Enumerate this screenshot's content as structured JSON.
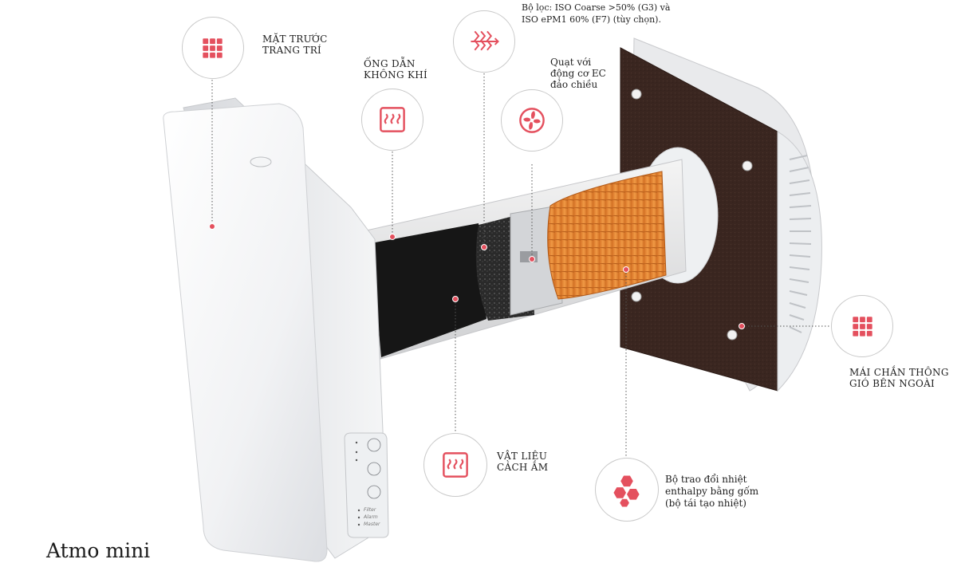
{
  "title": "Atmo mini",
  "accent_color": "#e4505e",
  "labels": {
    "front_panel": "MẶT TRƯỚC\nTRANG TRÍ",
    "air_duct": "ỐNG DẪN\nKHÔNG KHÍ",
    "filter": "Bộ lọc: ISO Coarse >50% (G3) và\nISO ePM1 60% (F7) (tùy chọn).",
    "fan": "Quạt với\nđộng cơ EC\nđảo chiều",
    "outer_hood": "MÁI CHẮN THÔNG\nGIÓ BÊN NGOÀI",
    "insulation": "VẬT LIỆU\nCÁCH ÂM",
    "heat_exchanger": "Bộ trao đổi nhiệt\nenthalpy bằng gốm\n(bộ tái tạo nhiệt)"
  },
  "control_panel": {
    "items": [
      "Filter",
      "Alarm",
      "Master"
    ]
  },
  "icons": {
    "front_panel": "grid-icon",
    "air_duct": "heat-waves-icon",
    "filter": "filter-icon",
    "fan": "fan-icon",
    "outer_hood": "grid-icon",
    "insulation": "heat-waves-icon",
    "heat_exchanger": "honeycomb-icon"
  }
}
